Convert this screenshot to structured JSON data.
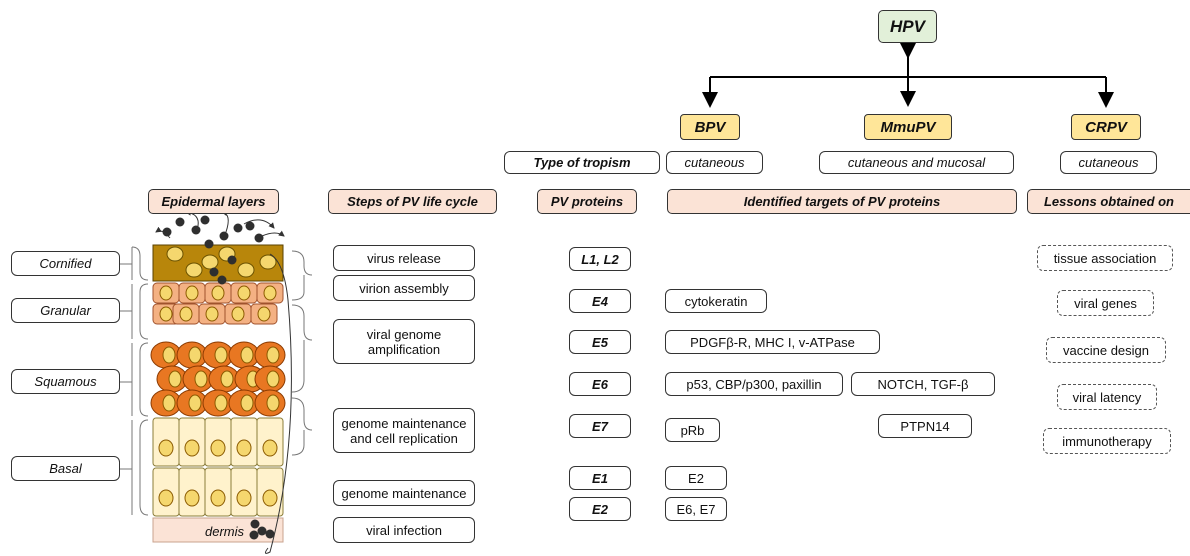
{
  "tree": {
    "root": "HPV",
    "children": [
      "BPV",
      "MmuPV",
      "CRPV"
    ]
  },
  "tropism": {
    "label": "Type of tropism",
    "values": [
      "cutaneous",
      "cutaneous and mucosal",
      "cutaneous"
    ]
  },
  "headers": {
    "epidermal_layers": "Epidermal layers",
    "life_cycle": "Steps of PV life cycle",
    "proteins": "PV proteins",
    "targets": "Identified targets of PV proteins",
    "lessons": "Lessons obtained on"
  },
  "layers": [
    "Cornified",
    "Granular",
    "Squamous",
    "Basal"
  ],
  "dermis": "dermis",
  "life_cycle_steps": [
    "virus release",
    "virion assembly",
    "viral genome amplification",
    "genome maintenance and cell replication",
    "genome maintenance",
    "viral infection"
  ],
  "proteins": [
    "L1, L2",
    "E4",
    "E5",
    "E6",
    "E7",
    "E1",
    "E2"
  ],
  "targets": {
    "E4": [
      "cytokeratin"
    ],
    "E5": [
      "PDGFβ-R, MHC I, v-ATPase"
    ],
    "E6": [
      "p53, CBP/p300, paxillin",
      "NOTCH, TGF-β"
    ],
    "E7": [
      "pRb",
      "PTPN14"
    ],
    "E1": [
      "E2"
    ],
    "E2": [
      "E6, E7"
    ]
  },
  "lessons": [
    "tissue association",
    "viral genes",
    "vaccine design",
    "viral latency",
    "immunotherapy"
  ],
  "colors": {
    "header_fill": "#fbe3d6",
    "virus_fill": "#ffe699",
    "hpv_fill": "#e2f0d9",
    "cornified": "#b8860b",
    "granular": "#f4b183",
    "squamous": "#e87722",
    "basal": "#fff2cc",
    "nucleus": "#f5d76e"
  }
}
